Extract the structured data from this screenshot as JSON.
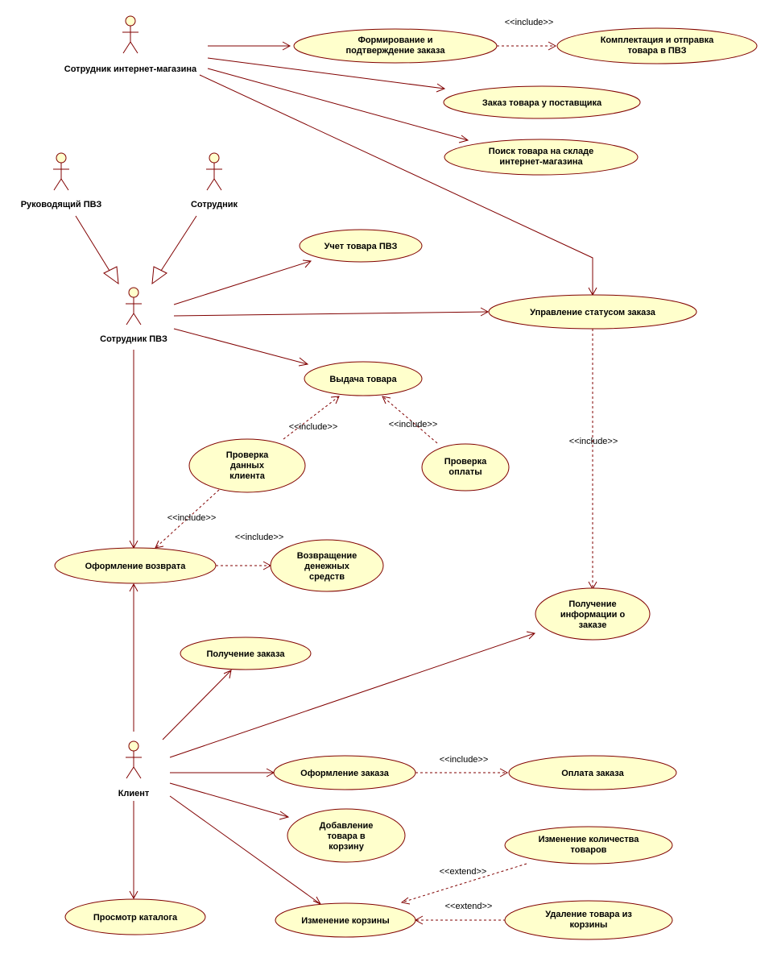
{
  "actors": {
    "shop_employee": "Сотрудник интернет-магазина",
    "pvz_manager": "Руководящий ПВЗ",
    "employee": "Сотрудник",
    "pvz_employee": "Сотрудник ПВЗ",
    "client": "Клиент"
  },
  "use_cases": {
    "form_order": [
      "Формирование и",
      "подтверждение заказа"
    ],
    "pack_ship": [
      "Комплектация и отправка",
      "товара в ПВЗ"
    ],
    "supplier_order": [
      "Заказ товара у поставщика"
    ],
    "warehouse_search": [
      "Поиск товара на складе",
      "интернет-магазина"
    ],
    "pvz_accounting": [
      "Учет товара ПВЗ"
    ],
    "order_status": [
      "Управление статусом заказа"
    ],
    "issue_goods": [
      "Выдача товара"
    ],
    "check_client": [
      "Проверка",
      "данных",
      "клиента"
    ],
    "check_payment": [
      "Проверка",
      "оплаты"
    ],
    "return": [
      "Оформление возврата"
    ],
    "refund": [
      "Возвращение",
      "денежных",
      "средств"
    ],
    "order_info": [
      "Получение",
      "информации о",
      "заказе"
    ],
    "receive_order": [
      "Получение заказа"
    ],
    "place_order": [
      "Оформление заказа"
    ],
    "pay_order": [
      "Оплата заказа"
    ],
    "add_cart": [
      "Добавление",
      "товара в",
      "корзину"
    ],
    "change_qty": [
      "Изменение количества",
      "товаров"
    ],
    "browse_catalog": [
      "Просмотр каталога"
    ],
    "edit_cart": [
      "Изменение корзины"
    ],
    "remove_item": [
      "Удаление товара из",
      "корзины"
    ]
  },
  "stereotypes": {
    "include": "<<include>>",
    "extend": "<<extend>>"
  },
  "colors": {
    "line": "#800000",
    "fill": "#ffffcc"
  }
}
